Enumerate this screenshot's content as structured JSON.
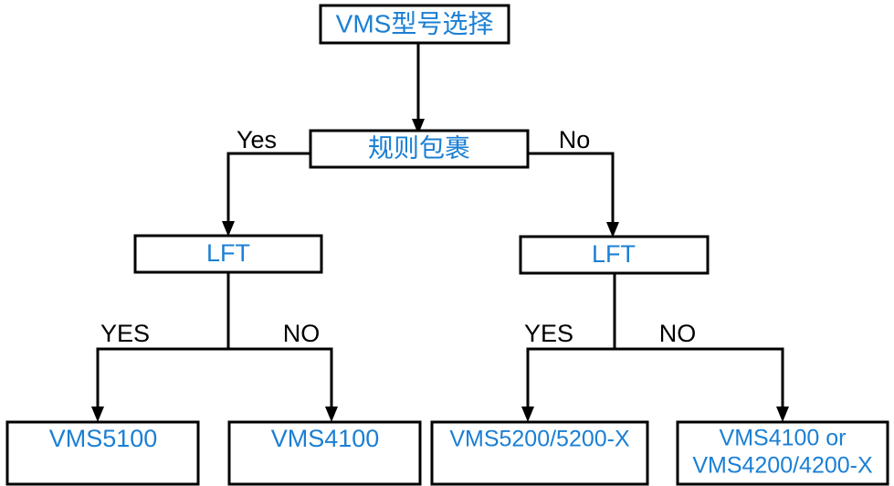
{
  "diagram": {
    "title_node": {
      "id": "root",
      "label": "VMS型号选择"
    },
    "decision_node": {
      "id": "rule-package",
      "label": "规则包裹"
    },
    "branch_nodes": [
      {
        "id": "lft-left",
        "label": "LFT"
      },
      {
        "id": "lft-right",
        "label": "LFT"
      }
    ],
    "result_nodes": [
      {
        "id": "vms5100",
        "label": "VMS5100",
        "line1": "VMS5100",
        "line2": ""
      },
      {
        "id": "vms4100",
        "label": "VMS4100",
        "line1": "VMS4100",
        "line2": ""
      },
      {
        "id": "vms5200",
        "label": "VMS5200/5200-X",
        "line1": "VMS5200/5200-X",
        "line2": ""
      },
      {
        "id": "vms4100-or-4200",
        "label": "VMS4100 or VMS4200/4200-X",
        "line1": "VMS4100 or",
        "line2": "VMS4200/4200-X"
      }
    ],
    "edge_labels": {
      "rule_yes": "Yes",
      "rule_no": "No",
      "left_lft_yes": "YES",
      "left_lft_no": "NO",
      "right_lft_yes": "YES",
      "right_lft_no": "NO"
    },
    "colors": {
      "node_text": "#1b7fd4",
      "edge_text": "#000000",
      "stroke": "#000000",
      "background": "#ffffff"
    }
  }
}
